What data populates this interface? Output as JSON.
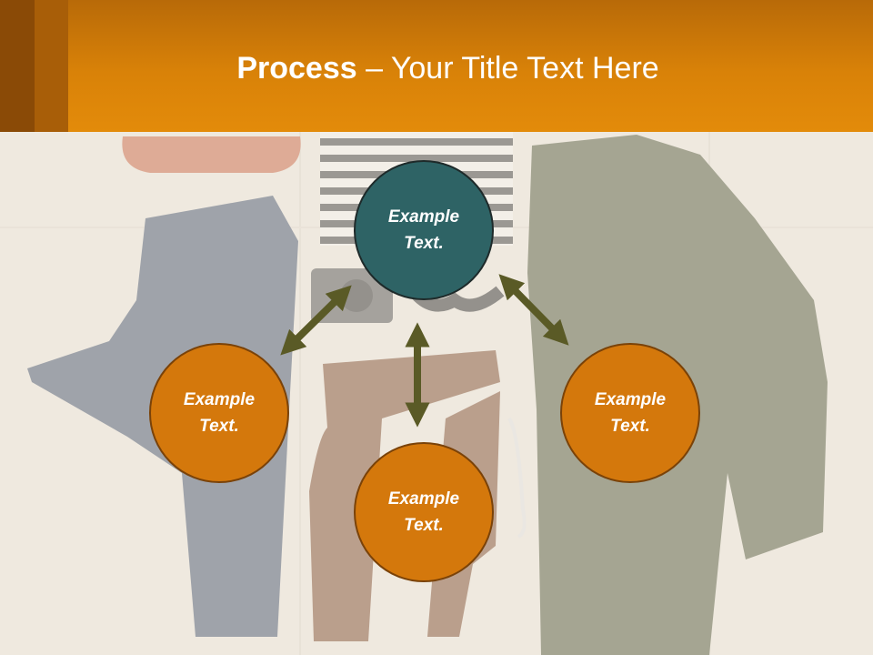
{
  "header": {
    "title_bold": "Process",
    "title_rest": " – Your Title Text Here"
  },
  "diagram": {
    "center_node": {
      "label": "Example\nText."
    },
    "outer_nodes": [
      {
        "label": "Example\nText."
      },
      {
        "label": "Example\nText."
      },
      {
        "label": "Example\nText."
      }
    ]
  },
  "colors": {
    "header_orange": "#e38b0a",
    "accent_dark": "#8a4a06",
    "center_teal": "#2e6365",
    "node_orange": "#d4780c",
    "arrow_olive": "#5a5a26"
  },
  "icons": {
    "arrow_upper_left": "double-arrow-icon",
    "arrow_upper_right": "double-arrow-icon",
    "arrow_vertical": "double-arrow-icon"
  }
}
